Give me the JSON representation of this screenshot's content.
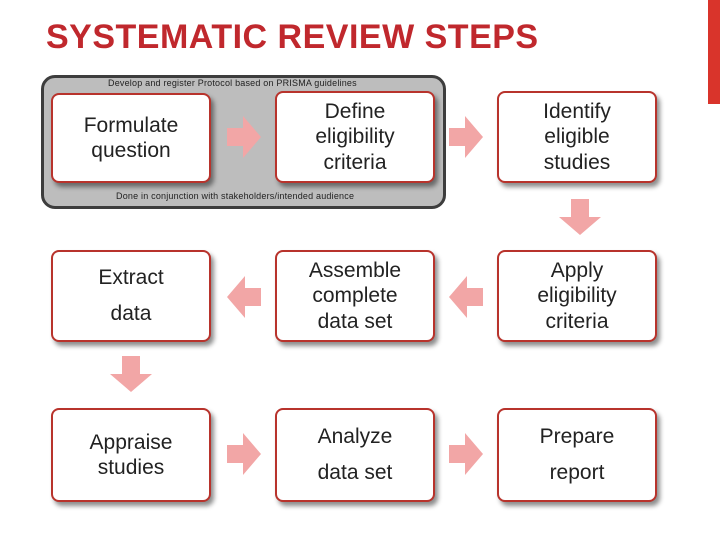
{
  "title": "SYSTEMATIC REVIEW STEPS",
  "group": {
    "top_note": "Develop and register Protocol based on PRISMA guidelines",
    "bottom_note": "Done in conjunction with stakeholders/intended audience"
  },
  "steps": {
    "formulate": "Formulate\nquestion",
    "define": "Define\neligibility\ncriteria",
    "identify": "Identify\neligible\nstudies",
    "apply": "Apply\neligibility\ncriteria",
    "assemble": "Assemble\ncomplete\ndata  set",
    "extract": "Extract\ndata",
    "appraise": "Appraise\nstudies",
    "analyze": "Analyze\ndata set",
    "prepare": "Prepare\nreport"
  },
  "colors": {
    "title": "#c0282d",
    "accent_bar": "#d9342b",
    "box_border": "#b8332c",
    "arrow": "#f2a6a6",
    "group_fill": "#bdbdbd"
  }
}
